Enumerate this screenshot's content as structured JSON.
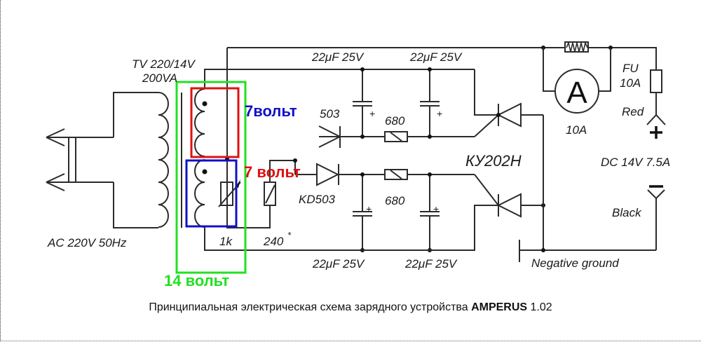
{
  "diagram": {
    "type": "circuit-schematic",
    "caption": {
      "text": "Принципиальная электрическая схема зарядного устройства ",
      "bold": "AMPERUS",
      "version": " 1.02"
    },
    "transformer": {
      "name": "TV 220/14V",
      "rating": "200VA"
    },
    "input": {
      "label": "AC 220V 50Hz"
    },
    "components": {
      "diode_top": "503",
      "diode_bottom": "KD503",
      "cap_top_1": "22μF 25V",
      "cap_top_2": "22μF 25V",
      "cap_bottom_1": "22μF 25V",
      "cap_bottom_2": "22μF 25V",
      "resistor_top": "680",
      "resistor_bottom": "680",
      "thyristor": "КУ202Н",
      "potentiometer": "1k",
      "resistor_240": "240",
      "resistor_240_mark": "*",
      "ammeter_symbol": "A",
      "ammeter_rating": "10A",
      "fuse_name": "FU",
      "fuse_rating": "10A"
    },
    "output": {
      "positive_wire": "Red",
      "positive_sign": "+",
      "negative_wire": "Black",
      "spec": "DC 14V 7.5A",
      "ground": "Negative ground"
    },
    "annotations": {
      "upper_winding": {
        "text": "7вольт",
        "color": "#1010c8"
      },
      "lower_winding": {
        "text": "7 вольт",
        "color": "#e01010"
      },
      "full_secondary": {
        "text": "14 вольт",
        "color": "#22e022"
      }
    },
    "highlight_colors": {
      "upper_box": "#e01010",
      "lower_box": "#1010c8",
      "outer_box": "#22e022"
    }
  }
}
